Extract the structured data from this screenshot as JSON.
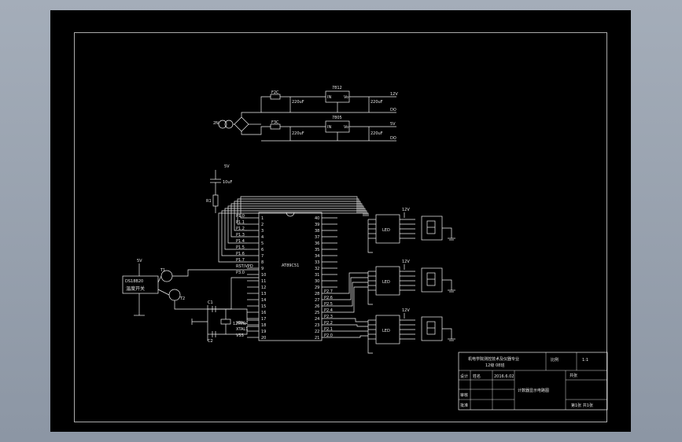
{
  "power": {
    "fuse1": "F2C",
    "fuse2": "F3C",
    "bridge_input": "2N",
    "cap1": "220uF",
    "cap2": "220uF",
    "cap3": "220uF",
    "cap4": "220uF",
    "reg1": "7812",
    "reg2": "7805",
    "reg_in": "IN",
    "reg_out": "Vo",
    "out1": "12V",
    "out2": "5V",
    "gnd_label": "DO"
  },
  "mcu": {
    "name": "AT89C51",
    "left_pins": [
      "P1.0",
      "P1.1",
      "P1.2",
      "P1.3",
      "P1.4",
      "P1.5",
      "P1.6",
      "P1.7",
      "RST/VPD",
      "P3.0",
      "",
      "",
      "",
      "",
      "",
      "",
      "",
      "XTAL2",
      "XTAL1",
      "VSS"
    ],
    "left_nums": [
      "1",
      "2",
      "3",
      "4",
      "5",
      "6",
      "7",
      "8",
      "9",
      "10",
      "11",
      "12",
      "13",
      "14",
      "15",
      "16",
      "17",
      "18",
      "19",
      "20"
    ],
    "right_pins": [
      "",
      "",
      "",
      "",
      "",
      "",
      "",
      "",
      "",
      "",
      "",
      "",
      "P2.7",
      "P2.6",
      "P2.5",
      "P2.4",
      "P2.3",
      "P2.2",
      "P2.1",
      "P2.0"
    ],
    "right_nums": [
      "40",
      "39",
      "38",
      "37",
      "36",
      "35",
      "34",
      "33",
      "32",
      "31",
      "30",
      "29",
      "28",
      "27",
      "26",
      "25",
      "24",
      "23",
      "22",
      "21"
    ]
  },
  "reset": {
    "vcc": "5V",
    "cap": "10uF",
    "res": "R1"
  },
  "crystal": {
    "freq": "12MHz",
    "c1": "C1",
    "c2": "C2"
  },
  "sensor": {
    "box_line1": "DS18B20",
    "box_line2": "温度开关",
    "transistor1": "T1",
    "transistor2": "T2",
    "vcc": "5V"
  },
  "drivers": {
    "chip": "LED",
    "vcc": "12V"
  },
  "title_block": {
    "title_line1": "机电学院测控技术及仪器专业",
    "title_line2": "12级 08班",
    "top_mid": "比例",
    "top_right": "1:1",
    "row1_label": "设计",
    "row1_name": "姓名",
    "row1_date": "2016.6.02",
    "row2_label": "审核",
    "row3_label": "批准",
    "drawing_name": "计数器显示电路图",
    "mid_right": "共张",
    "bottom_right": "第1张 共1张"
  }
}
